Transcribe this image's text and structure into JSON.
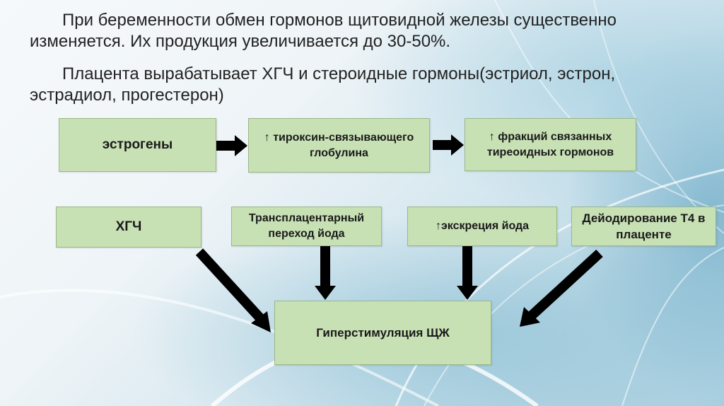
{
  "slide": {
    "paragraphs": [
      "При беременности обмен гормонов щитовидной железы существенно изменяется. Их продукция увеличивается до 30-50%.",
      "Плацента вырабатывает ХГЧ и стероидные гормоны(эстриол, эстрон, эстрадиол, прогестерон)"
    ]
  },
  "diagram": {
    "nodes": {
      "estrogen": "эстрогены",
      "tbg": "↑ тироксин-связывающего глобулина",
      "fractions": "↑ фракций связанных тиреоидных гормонов",
      "hcg": "ХГЧ",
      "transplacental": "Трансплацентарный переход йода",
      "excretion": "↑экскреция йода",
      "deiodination": "Дейодирование Т4 в плаценте",
      "hyperstimulation": "Гиперстимуляция ЩЖ"
    },
    "edges": [
      {
        "from": "estrogen",
        "to": "tbg"
      },
      {
        "from": "tbg",
        "to": "fractions"
      },
      {
        "from": "hcg",
        "to": "hyperstimulation"
      },
      {
        "from": "transplacental",
        "to": "hyperstimulation"
      },
      {
        "from": "excretion",
        "to": "hyperstimulation"
      },
      {
        "from": "deiodination",
        "to": "hyperstimulation"
      }
    ],
    "colors": {
      "box_fill": "#c7e0b4",
      "box_border": "#9ab888",
      "arrow": "#000000"
    }
  }
}
